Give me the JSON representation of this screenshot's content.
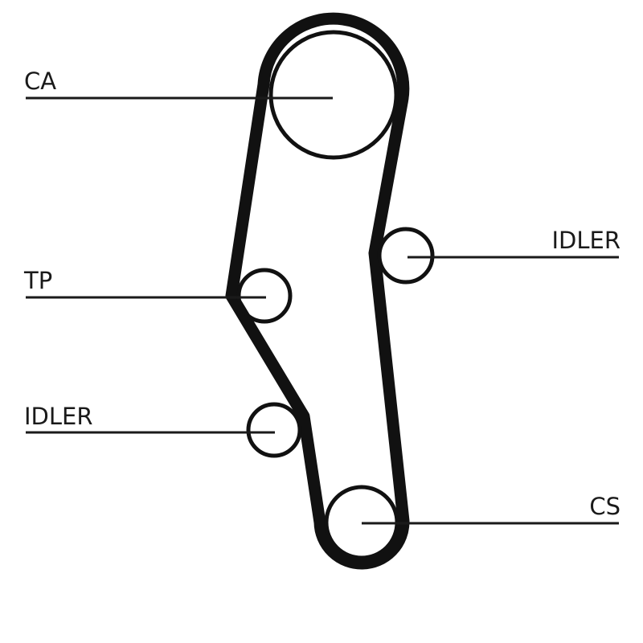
{
  "labels": {
    "ca": "CA",
    "tp": "TP",
    "idler_right": "IDLER",
    "idler_left": "IDLER",
    "cs": "CS"
  },
  "colors": {
    "line": "#111111",
    "background": "#ffffff"
  }
}
